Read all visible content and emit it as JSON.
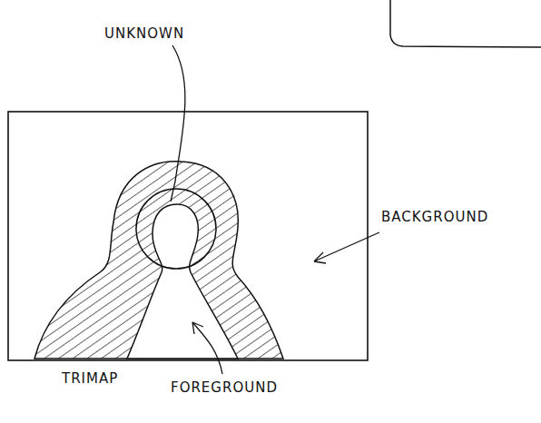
{
  "diagram": {
    "labels": [
      "UNKNOWN",
      "BACKGROUND",
      "TRIMAP",
      "FOREGROUND"
    ]
  }
}
